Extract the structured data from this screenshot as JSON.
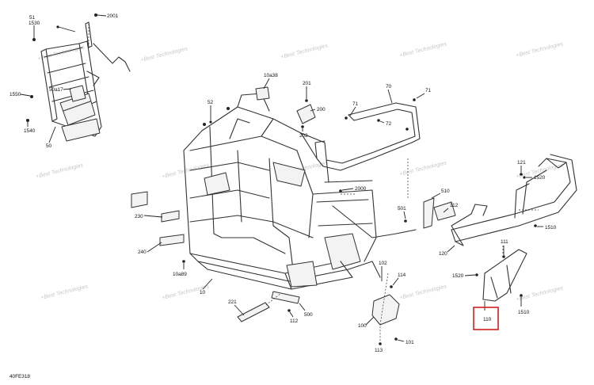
{
  "diagram_code": "40FE318",
  "watermark_text": "+Best Technologies",
  "highlight_color": "#d21f1f",
  "highlighted_part": "110",
  "callouts": [
    "2001",
    "51",
    "1530",
    "1550",
    "50a17",
    "1540",
    "50",
    "10a38",
    "201",
    "200",
    "202",
    "52",
    "70",
    "71",
    "71",
    "72",
    "121",
    "1520",
    "510",
    "501",
    "112",
    "1510",
    "120",
    "111",
    "2000",
    "230",
    "240",
    "10a89",
    "10",
    "1520",
    "102",
    "114",
    "100",
    "221",
    "112",
    "500",
    "101",
    "113",
    "110",
    "1510"
  ]
}
